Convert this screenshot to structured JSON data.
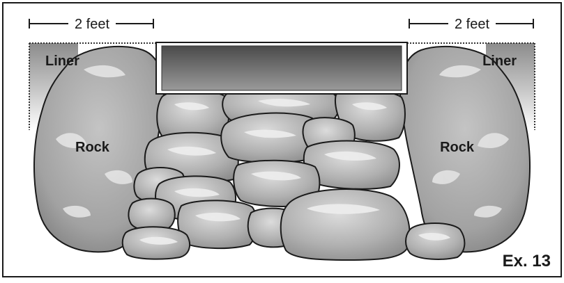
{
  "dimensions": {
    "left": "2 feet",
    "right": "2 feet"
  },
  "labels": {
    "liner_left": "Liner",
    "liner_right": "Liner",
    "rock_left": "Rock",
    "rock_right": "Rock",
    "example": "Ex. 13"
  },
  "colors": {
    "border": "#1a1a1a",
    "rock_light": "#d6d6d6",
    "rock_mid": "#a9a9a9",
    "rock_dark": "#7d7d7d",
    "liner_dark": "#8c8c8c",
    "liner_light": "#e9e9e9",
    "slab_dark": "#4a4a4a",
    "slab_light": "#9a9a9a"
  }
}
